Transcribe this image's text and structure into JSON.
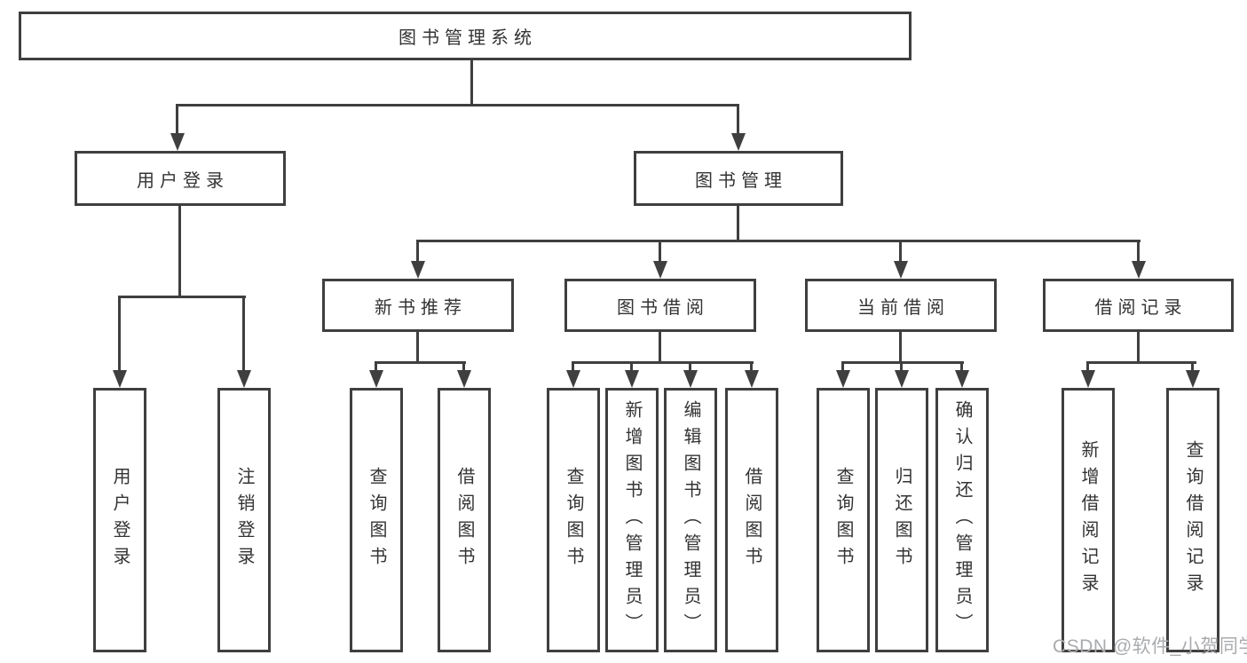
{
  "tree": {
    "label": "图书管理系统",
    "children": [
      {
        "label": "用户登录",
        "children": [
          {
            "label": "用户登录"
          },
          {
            "label": "注销登录"
          }
        ]
      },
      {
        "label": "图书管理",
        "children": [
          {
            "label": "新书推荐",
            "children": [
              {
                "label": "查询图书"
              },
              {
                "label": "借阅图书"
              }
            ]
          },
          {
            "label": "图书借阅",
            "children": [
              {
                "label": "查询图书"
              },
              {
                "label": "新增图书（管理员）"
              },
              {
                "label": "编辑图书（管理员）"
              },
              {
                "label": "借阅图书"
              }
            ]
          },
          {
            "label": "当前借阅",
            "children": [
              {
                "label": "查询图书"
              },
              {
                "label": "归还图书"
              },
              {
                "label": "确认归还（管理员）"
              }
            ]
          },
          {
            "label": "借阅记录",
            "children": [
              {
                "label": "新增借阅记录"
              },
              {
                "label": "查询借阅记录"
              }
            ]
          }
        ]
      }
    ]
  },
  "watermark": {
    "text": "CSDN @软件_小贺同学"
  },
  "colors": {
    "line": "#3f3f3f",
    "text": "#333333",
    "watermark": "#a9abae",
    "background": "#ffffff"
  }
}
